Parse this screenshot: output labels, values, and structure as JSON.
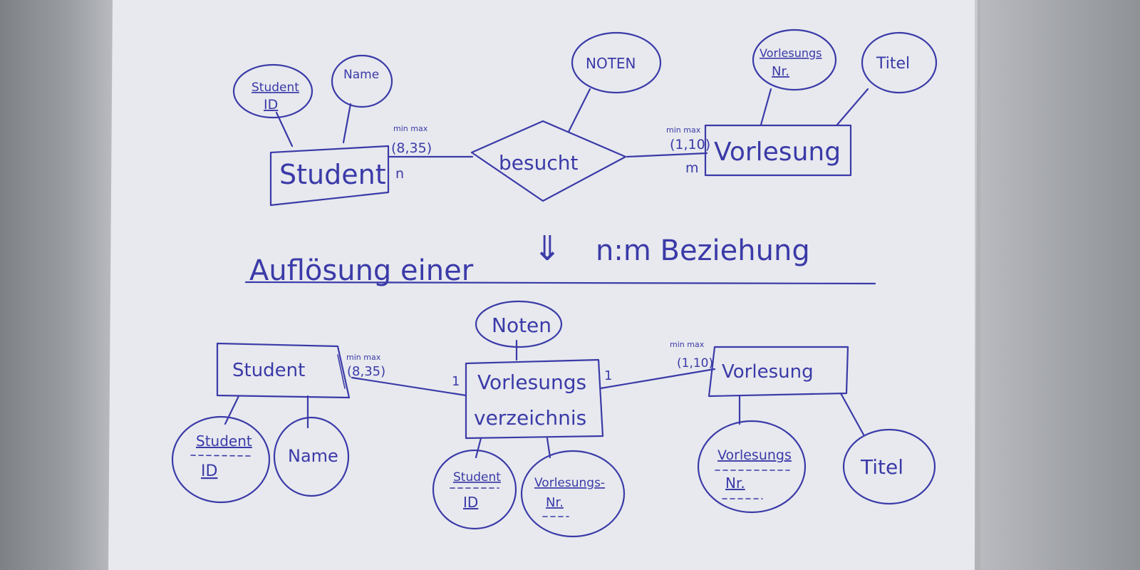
{
  "diagram": {
    "top": {
      "entity_student": "Student",
      "attr_student_id_line1": "Student",
      "attr_student_id_line2": "ID",
      "attr_name": "Name",
      "relationship": "besucht",
      "attr_noten": "NOTEN",
      "entity_vorlesung": "Vorlesung",
      "attr_vorlesungs_nr_line1": "Vorlesungs",
      "attr_vorlesungs_nr_line2": "Nr.",
      "attr_titel": "Titel",
      "card_left_minmax": "min  max",
      "card_left_value": "(8,35)",
      "card_left_letter": "n",
      "card_right_minmax": "min  max",
      "card_right_value": "(1,10)",
      "card_right_letter": "m"
    },
    "middle": {
      "caption_left": "Auflösung einer",
      "caption_right": "n:m Beziehung",
      "arrow": "⇓"
    },
    "bottom": {
      "entity_student": "Student",
      "attr_student_id_line1": "Student",
      "attr_student_id_line2": "ID",
      "attr_name": "Name",
      "entity_center_line1": "Vorlesungs",
      "entity_center_line2": "verzeichnis",
      "attr_noten": "Noten",
      "attr_center_student_id_line1": "Student",
      "attr_center_student_id_line2": "ID",
      "attr_center_vorlesungs_nr_line1": "Vorlesungs-",
      "attr_center_vorlesungs_nr_line2": "Nr.",
      "entity_vorlesung": "Vorlesung",
      "attr_vorlesungs_nr_line1": "Vorlesungs",
      "attr_vorlesungs_nr_line2": "Nr.",
      "attr_titel": "Titel",
      "card_left_minmax": "min  max",
      "card_left_value": "(8,35)",
      "card_left_one": "1",
      "card_right_one": "1",
      "card_right_minmax": "min  max",
      "card_right_value": "(1,10)"
    }
  }
}
